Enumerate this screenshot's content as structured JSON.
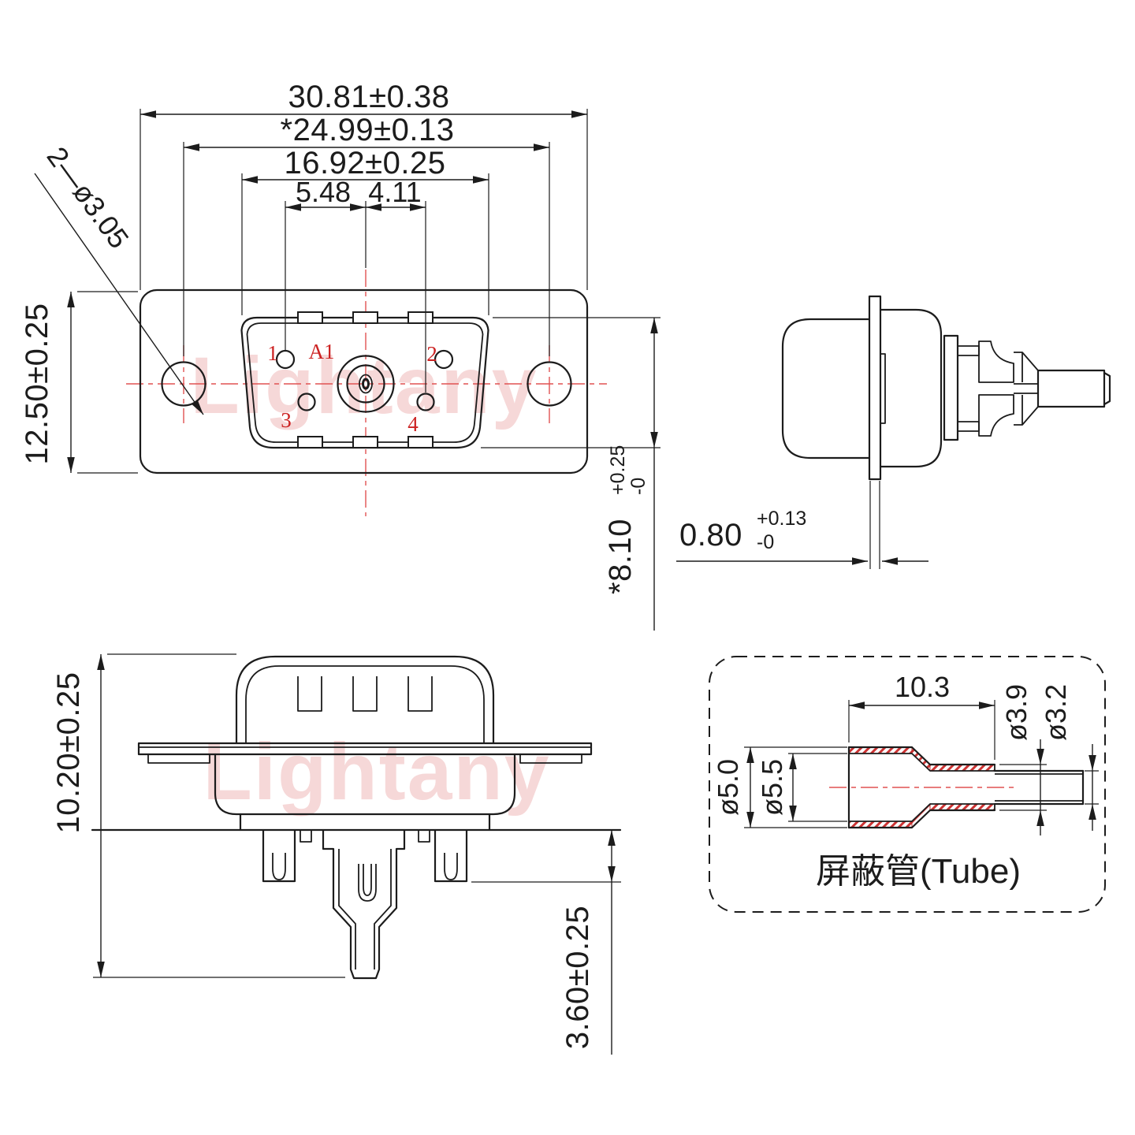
{
  "drawing_type": "connector-dimension-drawing",
  "colors": {
    "line": "#1c1c1c",
    "pin_label_red": "#cc2222",
    "centerline_red": "#e05252",
    "hatch_red": "#cc3333",
    "watermark_pink": "#dd6666"
  },
  "watermark": {
    "text": "Lightany"
  },
  "front_view": {
    "dims": {
      "width_outer": "30.81±0.38",
      "width_holes": "*24.99±0.13",
      "width_shell": "16.92±0.25",
      "pin_offset_left": "5.48",
      "pin_offset_right": "4.11",
      "height_flange": "12.50±0.25",
      "holes_note": "2—ø3.05",
      "shell_height": {
        "main": "*8.10",
        "plus": "+0.25",
        "minus": "-0"
      }
    },
    "pins": {
      "p1": "1",
      "a1": "A1",
      "p2": "2",
      "p3": "3",
      "p4": "4"
    }
  },
  "side_view": {
    "dims": {
      "flange_thickness": {
        "main": "0.80",
        "plus": "+0.13",
        "minus": "-0"
      }
    }
  },
  "elevation_view": {
    "dims": {
      "body_height": "10.20±0.25",
      "tail_length": "3.60±0.25"
    }
  },
  "tube_panel": {
    "title": "屏蔽管(Tube)",
    "dims": {
      "boot_length": "10.3",
      "boot_od": "ø3.9",
      "tube_od": "ø3.2",
      "big_id": "ø5.0",
      "big_od": "ø5.5"
    }
  }
}
